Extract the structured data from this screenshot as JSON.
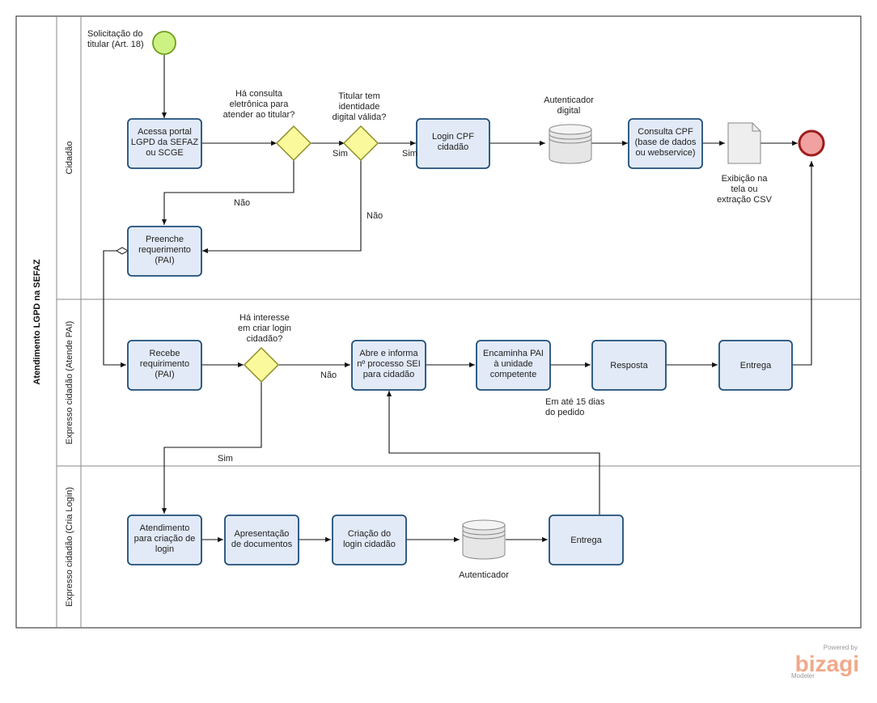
{
  "pool": {
    "title": "Atendimento LGPD na SEFAZ"
  },
  "lanes": {
    "cidadao": "Cidadão",
    "atende_pai": "Expresso cidadão (Atende PAI)",
    "cria_login": "Expresso cidadão (Cria Login)"
  },
  "start_event": {
    "label": [
      "Solicitação do",
      "titular (Art. 18)"
    ]
  },
  "tasks": {
    "acessa_portal": [
      "Acessa portal",
      "LGPD da SEFAZ",
      "ou SCGE"
    ],
    "login_cpf": [
      "Login CPF",
      "cidadão"
    ],
    "consulta_cpf": [
      "Consulta CPF",
      "(base de dados",
      "ou webservice)"
    ],
    "preenche": [
      "Preenche",
      "requerimento",
      "(PAI)"
    ],
    "recebe": [
      "Recebe",
      "requirimento",
      "(PAI)"
    ],
    "abre_informa": [
      "Abre e informa",
      "nº processo SEI",
      "para cidadão"
    ],
    "encaminha": [
      "Encaminha PAI",
      "à unidade",
      "competente"
    ],
    "resposta": [
      "Resposta"
    ],
    "entrega_pai": [
      "Entrega"
    ],
    "atendimento": [
      "Atendimento",
      "para criação de",
      "login"
    ],
    "apresentacao": [
      "Apresentação",
      "de documentos"
    ],
    "criacao_login": [
      "Criação do",
      "login cidadão"
    ],
    "entrega_login": [
      "Entrega"
    ]
  },
  "gateways": {
    "consulta_eletronica": [
      "Há consulta",
      "eletrônica para",
      "atender ao titular?"
    ],
    "identidade_digital": [
      "Titular tem",
      "identidade",
      "digital válida?"
    ],
    "interesse_login": [
      "Há interesse",
      "em criar login",
      "cidadão?"
    ]
  },
  "data_stores": {
    "autenticador_digital": [
      "Autenticador",
      "digital"
    ],
    "autenticador": [
      "Autenticador"
    ]
  },
  "document": {
    "label": [
      "Exibição na",
      "tela ou",
      "extração CSV"
    ]
  },
  "flow_labels": {
    "sim_1": "Sim",
    "sim_2": "Sim",
    "nao_1": "Não",
    "nao_2": "Não",
    "nao_3": "Não",
    "sim_3": "Sim"
  },
  "annotation": [
    "Em até 15 dias",
    "do pedido"
  ],
  "branding": {
    "powered_by": "Powered by",
    "name": "bizagi",
    "product": "Modeler"
  },
  "colors": {
    "task_fill": "#e2eaf7",
    "task_stroke": "#1f4e79",
    "gateway_fill": "#fafa9c",
    "start_fill": "#cdf283",
    "end_fill": "#f2a1a1",
    "end_stroke": "#9e1c1c"
  }
}
